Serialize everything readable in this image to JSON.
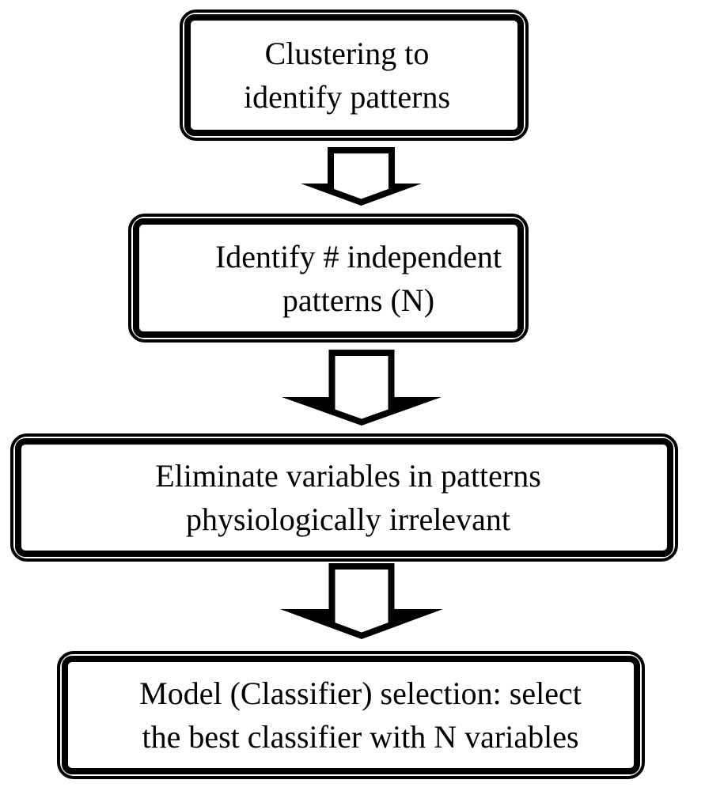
{
  "flow": {
    "background_color": "#ffffff",
    "line_color": "#000000",
    "box_fill_color": "#ffffff",
    "text_color": "#000000",
    "steps": [
      {
        "id": "clustering",
        "lines": [
          "Clustering to",
          "identify patterns"
        ]
      },
      {
        "id": "identify-independent-patterns",
        "lines": [
          "Identify # independent",
          "patterns (N)"
        ]
      },
      {
        "id": "eliminate-irrelevant-variables",
        "lines": [
          "Eliminate variables in patterns",
          "physiologically irrelevant"
        ]
      },
      {
        "id": "model-classifier-selection",
        "lines": [
          "Model (Classifier) selection: select",
          "the best classifier with N variables"
        ]
      }
    ],
    "connectors": [
      {
        "id": "arrow-1",
        "type": "block-arrow",
        "direction": "down"
      },
      {
        "id": "arrow-2",
        "type": "block-arrow",
        "direction": "down"
      },
      {
        "id": "arrow-3",
        "type": "block-arrow",
        "direction": "down"
      }
    ]
  }
}
